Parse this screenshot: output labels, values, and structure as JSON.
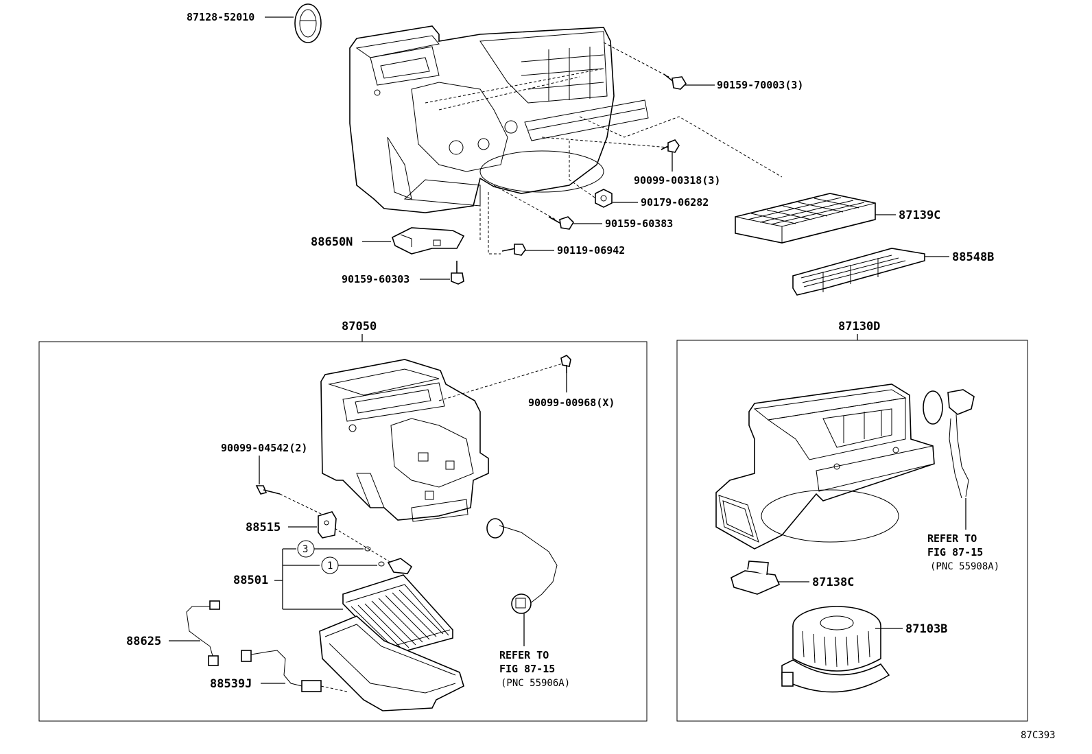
{
  "top_parts": {
    "p87128": "87128-52010",
    "p90159_70003": "90159-70003(3)",
    "p90099_00318": "90099-00318(3)",
    "p90179_06282": "90179-06282",
    "p90159_60383": "90159-60383",
    "p88650n": "88650N",
    "p90119_06942": "90119-06942",
    "p90159_60303": "90159-60303",
    "p87139c": "87139C",
    "p88548b": "88548B"
  },
  "left_group": {
    "title": "87050",
    "p90099_00968": "90099-00968(X)",
    "p90099_04542": "90099-04542(2)",
    "p88515": "88515",
    "p88501": "88501",
    "circle_3": "3",
    "circle_1": "1",
    "p88625": "88625",
    "p88539j": "88539J",
    "refer_line1": "REFER TO",
    "refer_line2": "FIG 87-15",
    "refer_line3": "(PNC 55906A)"
  },
  "right_group": {
    "title": "87130D",
    "refer_line1": "REFER TO",
    "refer_line2": "FIG 87-15",
    "refer_line3": "(PNC 55908A)",
    "p87138c": "87138C",
    "p87103b": "87103B"
  },
  "figure_code": "87C393"
}
